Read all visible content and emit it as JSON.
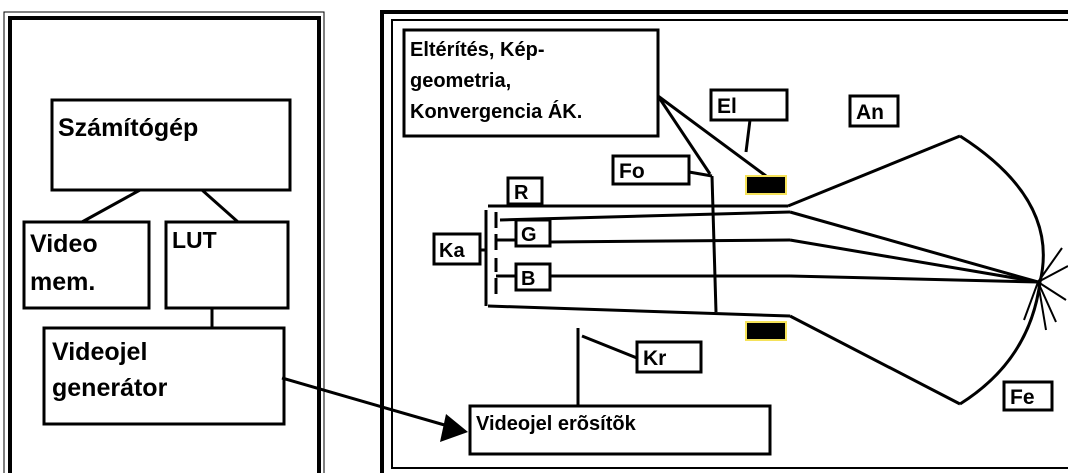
{
  "left_panel": {
    "computer": "Számítógép",
    "video_mem_line1": "Video",
    "video_mem_line2": "mem.",
    "lut": "LUT",
    "videojel_line1": "Videojel",
    "videojel_line2": "generátor"
  },
  "right_panel": {
    "deflection_line1": "Eltérítés, Kép-",
    "deflection_line2": "geometria,",
    "deflection_line3": "Konvergencia ÁK.",
    "el": "El",
    "an": "An",
    "fo": "Fo",
    "r": "R",
    "g": "G",
    "b": "B",
    "ka": "Ka",
    "kr": "Kr",
    "fe": "Fe",
    "amplifiers": "Videojel erõsítõk"
  },
  "colors": {
    "stroke": "#000000",
    "magnet_fill": "#000000",
    "magnet_outline": "#f5e25a",
    "background": "#ffffff"
  }
}
